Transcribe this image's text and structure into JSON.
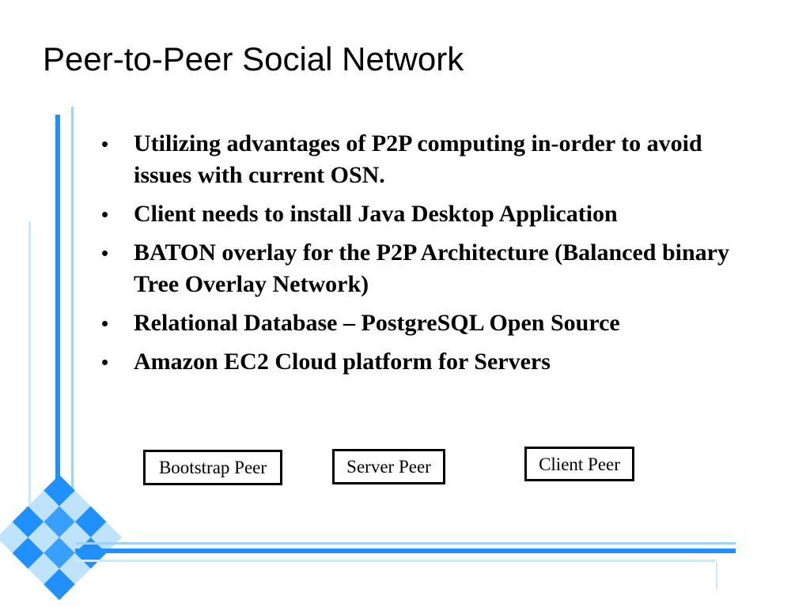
{
  "slide": {
    "title": "Peer-to-Peer Social Network",
    "bullet_marker": "•",
    "bullets": [
      "Utilizing advantages of P2P computing in-order to avoid issues with current OSN.",
      "Client needs to install Java Desktop Application",
      "BATON overlay for the P2P Architecture  (Balanced binary Tree Overlay Network)",
      "Relational Database – PostgreSQL Open Source",
      "Amazon EC2 Cloud platform for Servers"
    ],
    "peers": {
      "bootstrap": "Bootstrap Peer",
      "server": "Server Peer",
      "client": "Client Peer"
    }
  },
  "colors": {
    "accent_blue": "#1e90ff",
    "light_blue": "#87cefa",
    "pale_blue": "#cfe8fa"
  }
}
